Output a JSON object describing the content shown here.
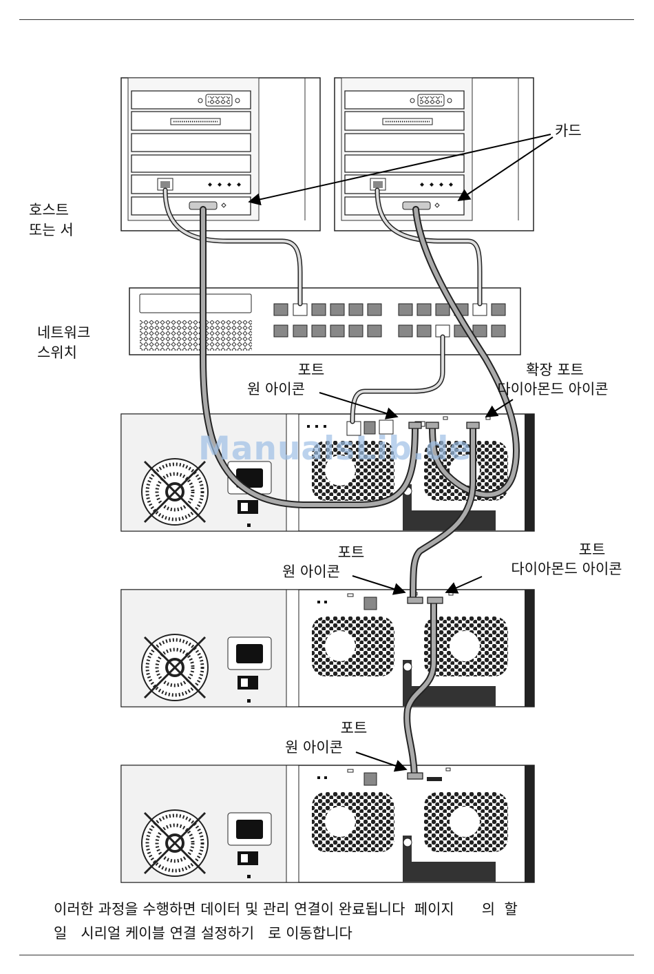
{
  "labels": {
    "host": [
      "호스트",
      "또는 서"
    ],
    "card": "카드",
    "switch": [
      "네트워크",
      "스위치"
    ],
    "port1": [
      "포트",
      "원 아이콘"
    ],
    "expansion": [
      "확장 포트",
      "다이아몬드 아이콘"
    ],
    "port2": [
      "포트",
      "원 아이콘"
    ],
    "port2d": [
      "포트",
      "다이아몬드 아이콘"
    ],
    "port3": [
      "포트",
      "원 아이콘"
    ]
  },
  "watermark": "ManualsLib.de",
  "paragraph": {
    "line1": "이러한 과정을 수행하면 데이터 및 관리 연결이 완료됩니다  페이지      의  할",
    "line2": "일   시리얼 케이블 연결 설정하기   로 이동합니다"
  }
}
